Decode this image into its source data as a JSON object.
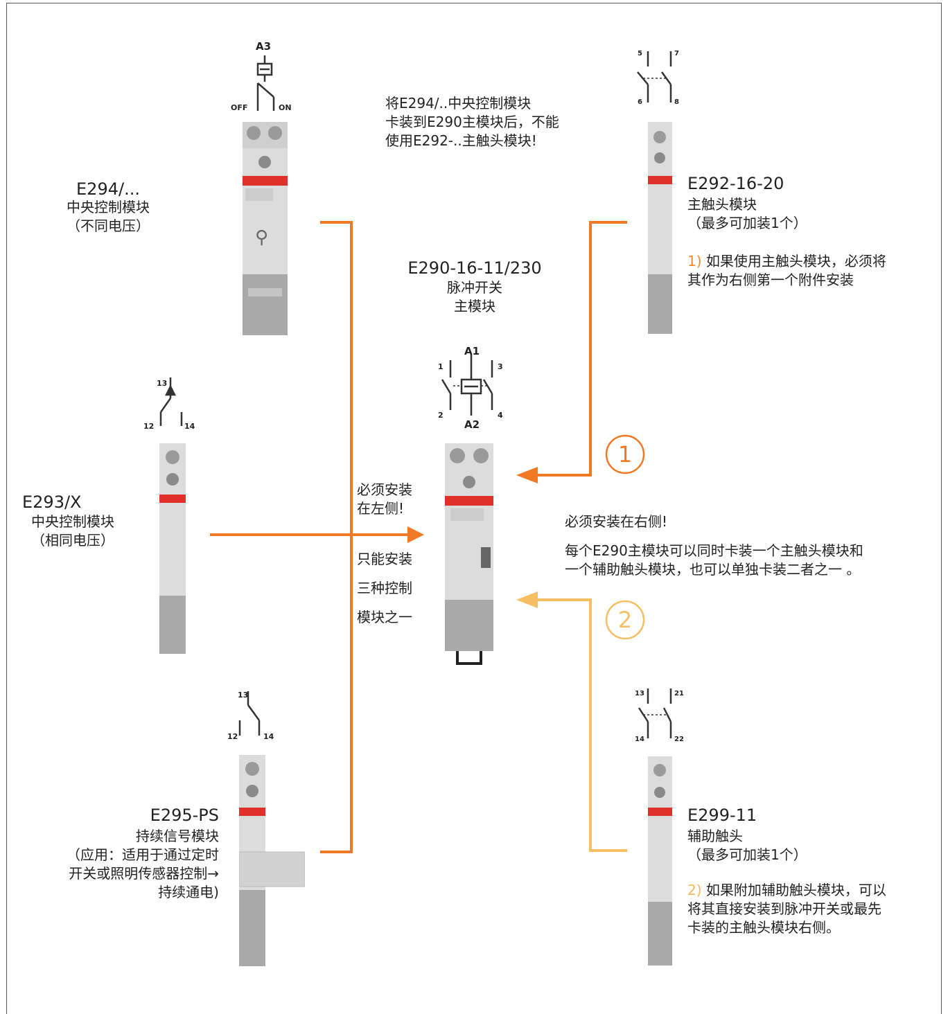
{
  "notes": {
    "top_note": "将E294/..中央控制模块\n卡装到E290主模块后，不能\n使用E292-..主触头模块!",
    "left_install": "必须安装\n在左侧!",
    "only_one_1": "只能安装",
    "only_one_2": "三种控制",
    "only_one_3": "模块之一",
    "right_install": "必须安装在右侧!",
    "right_desc": "每个E290主模块可以同时卡装一个主触头模块和\n一个辅助触头模块，也可以单独卡装二者之一 。"
  },
  "modules": {
    "e294": {
      "code": "E294/...",
      "desc": "中央控制模块\n（不同电压）"
    },
    "e293": {
      "code": "E293/X",
      "desc": "中央控制模块\n（相同电压）"
    },
    "e295": {
      "code": "E295-PS",
      "desc": "持续信号模块\n（应用：适用于通过定时\n开关或照明传感器控制→\n持续通电)"
    },
    "e290": {
      "code": "E290-16-11/230",
      "desc": "脉冲开关\n主模块"
    },
    "e292": {
      "code": "E292-16-20",
      "desc": "主触头模块\n（最多可加装1个）",
      "note_num": "1)",
      "note": " 如果使用主触头模块，必须将\n其作为右侧第一个附件安装"
    },
    "e299": {
      "code": "E299-11",
      "desc": "辅助触头\n（最多可加装1个）",
      "note_num": "2)",
      "note": " 如果附加辅助触头模块，可以\n将其直接安装到脉冲开关或最先\n卡装的主触头模块右侧。"
    }
  },
  "symbols": {
    "a3": "A3",
    "off": "OFF",
    "on": "ON",
    "a1": "A1",
    "a2": "A2",
    "t1": "1",
    "t2": "2",
    "t3": "3",
    "t4": "4",
    "e293_13": "13",
    "e293_12": "12",
    "e293_14": "14",
    "e295_13": "13",
    "e295_12": "12",
    "e295_14": "14",
    "e292_5": "5",
    "e292_7": "7",
    "e292_6": "6",
    "e292_8": "8",
    "e299_13": "13",
    "e299_21": "21",
    "e299_14": "14",
    "e299_22": "22"
  },
  "markers": {
    "one": "1",
    "two": "2"
  },
  "colors": {
    "orange": "#f07a23",
    "light_orange": "#f6bf63",
    "module_gray": "#dedede",
    "abb_red": "#e0302a"
  }
}
